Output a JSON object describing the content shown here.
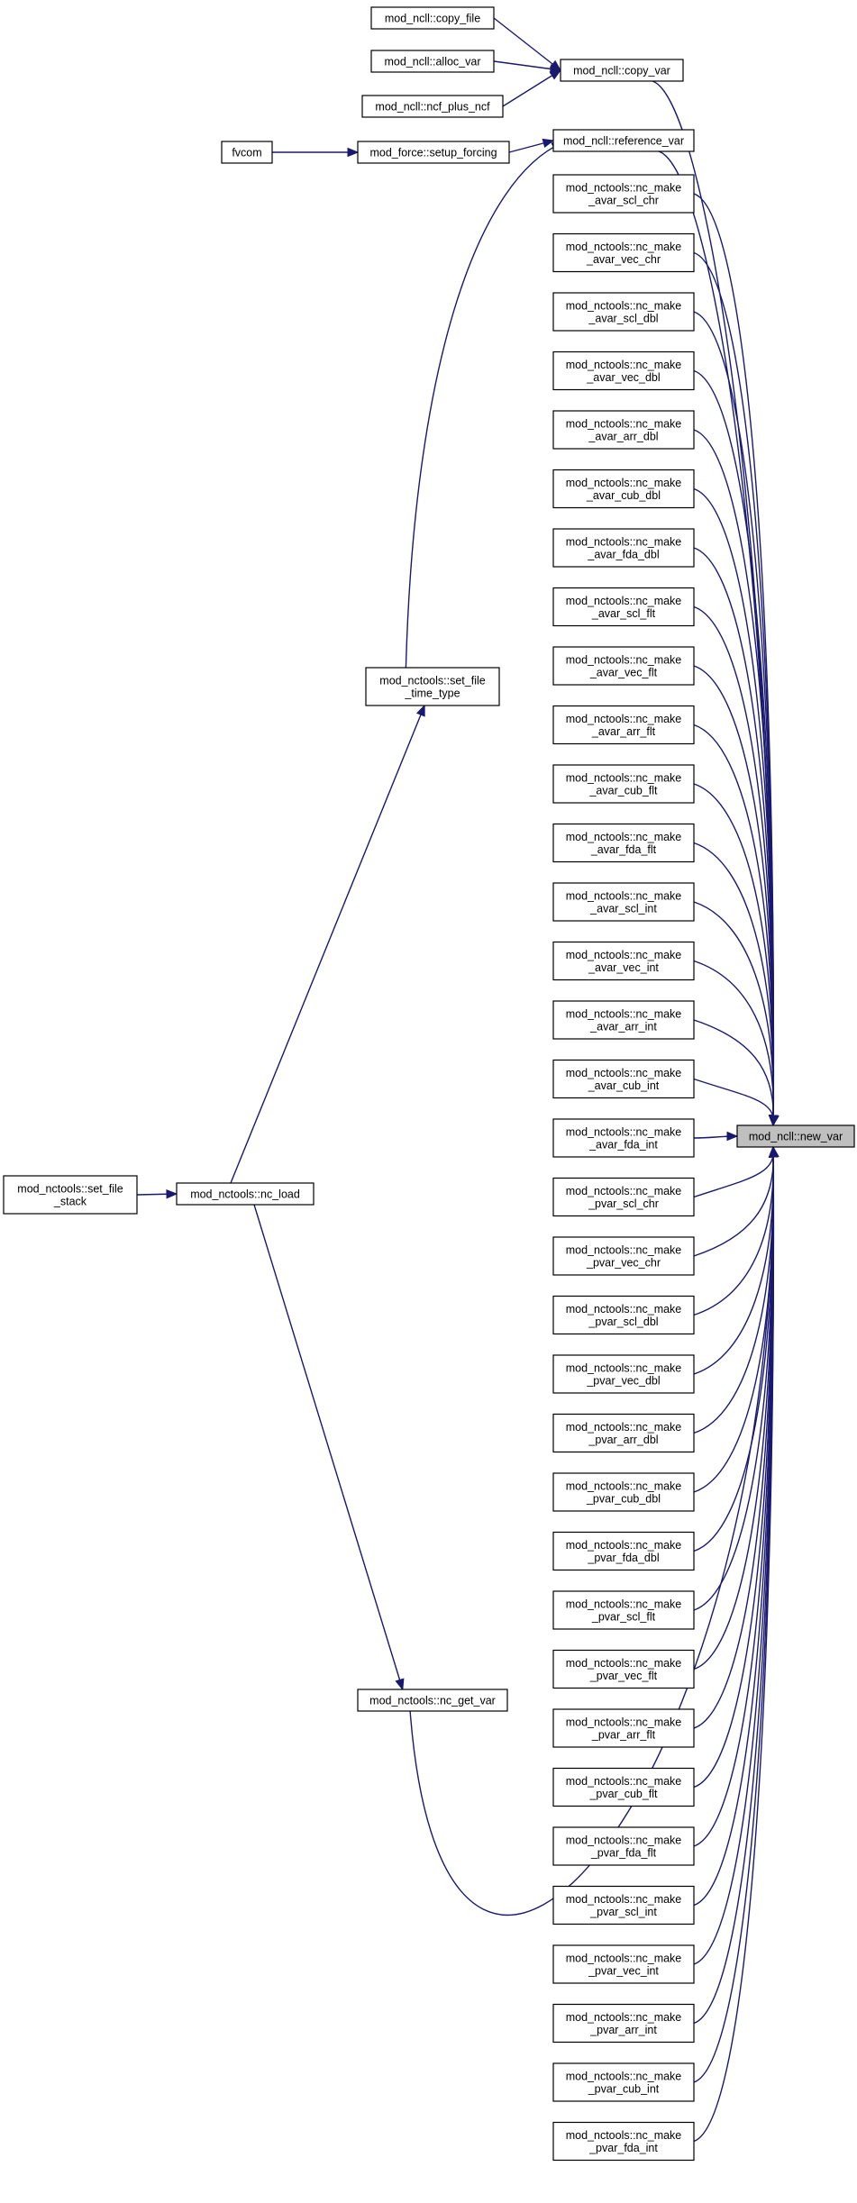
{
  "graph": {
    "target": "mod_ncll::new_var",
    "colors": {
      "edge": "#191970",
      "node_border": "#000000",
      "node_fill": "#ffffff",
      "highlight_fill": "#bfbfbf"
    },
    "nodes": [
      {
        "id": "copy_file",
        "lines": [
          "mod_ncll::copy_file"
        ]
      },
      {
        "id": "alloc_var",
        "lines": [
          "mod_ncll::alloc_var"
        ]
      },
      {
        "id": "ncf_plus_ncf",
        "lines": [
          "mod_ncll::ncf_plus_ncf"
        ]
      },
      {
        "id": "copy_var",
        "lines": [
          "mod_ncll::copy_var"
        ]
      },
      {
        "id": "fvcom",
        "lines": [
          "fvcom"
        ]
      },
      {
        "id": "setup_forcing",
        "lines": [
          "mod_force::setup_forcing"
        ]
      },
      {
        "id": "reference_var",
        "lines": [
          "mod_ncll::reference_var"
        ]
      },
      {
        "id": "set_file_time_type",
        "lines": [
          "mod_nctools::set_file",
          "_time_type"
        ]
      },
      {
        "id": "set_file_stack",
        "lines": [
          "mod_nctools::set_file",
          "_stack"
        ]
      },
      {
        "id": "nc_load",
        "lines": [
          "mod_nctools::nc_load"
        ]
      },
      {
        "id": "nc_get_var",
        "lines": [
          "mod_nctools::nc_get_var"
        ]
      },
      {
        "id": "new_var",
        "lines": [
          "mod_ncll::new_var"
        ]
      },
      {
        "id": "avar_scl_chr",
        "lines": [
          "mod_nctools::nc_make",
          "_avar_scl_chr"
        ]
      },
      {
        "id": "avar_vec_chr",
        "lines": [
          "mod_nctools::nc_make",
          "_avar_vec_chr"
        ]
      },
      {
        "id": "avar_scl_dbl",
        "lines": [
          "mod_nctools::nc_make",
          "_avar_scl_dbl"
        ]
      },
      {
        "id": "avar_vec_dbl",
        "lines": [
          "mod_nctools::nc_make",
          "_avar_vec_dbl"
        ]
      },
      {
        "id": "avar_arr_dbl",
        "lines": [
          "mod_nctools::nc_make",
          "_avar_arr_dbl"
        ]
      },
      {
        "id": "avar_cub_dbl",
        "lines": [
          "mod_nctools::nc_make",
          "_avar_cub_dbl"
        ]
      },
      {
        "id": "avar_fda_dbl",
        "lines": [
          "mod_nctools::nc_make",
          "_avar_fda_dbl"
        ]
      },
      {
        "id": "avar_scl_flt",
        "lines": [
          "mod_nctools::nc_make",
          "_avar_scl_flt"
        ]
      },
      {
        "id": "avar_vec_flt",
        "lines": [
          "mod_nctools::nc_make",
          "_avar_vec_flt"
        ]
      },
      {
        "id": "avar_arr_flt",
        "lines": [
          "mod_nctools::nc_make",
          "_avar_arr_flt"
        ]
      },
      {
        "id": "avar_cub_flt",
        "lines": [
          "mod_nctools::nc_make",
          "_avar_cub_flt"
        ]
      },
      {
        "id": "avar_fda_flt",
        "lines": [
          "mod_nctools::nc_make",
          "_avar_fda_flt"
        ]
      },
      {
        "id": "avar_scl_int",
        "lines": [
          "mod_nctools::nc_make",
          "_avar_scl_int"
        ]
      },
      {
        "id": "avar_vec_int",
        "lines": [
          "mod_nctools::nc_make",
          "_avar_vec_int"
        ]
      },
      {
        "id": "avar_arr_int",
        "lines": [
          "mod_nctools::nc_make",
          "_avar_arr_int"
        ]
      },
      {
        "id": "avar_cub_int",
        "lines": [
          "mod_nctools::nc_make",
          "_avar_cub_int"
        ]
      },
      {
        "id": "avar_fda_int",
        "lines": [
          "mod_nctools::nc_make",
          "_avar_fda_int"
        ]
      },
      {
        "id": "pvar_scl_chr",
        "lines": [
          "mod_nctools::nc_make",
          "_pvar_scl_chr"
        ]
      },
      {
        "id": "pvar_vec_chr",
        "lines": [
          "mod_nctools::nc_make",
          "_pvar_vec_chr"
        ]
      },
      {
        "id": "pvar_scl_dbl",
        "lines": [
          "mod_nctools::nc_make",
          "_pvar_scl_dbl"
        ]
      },
      {
        "id": "pvar_vec_dbl",
        "lines": [
          "mod_nctools::nc_make",
          "_pvar_vec_dbl"
        ]
      },
      {
        "id": "pvar_arr_dbl",
        "lines": [
          "mod_nctools::nc_make",
          "_pvar_arr_dbl"
        ]
      },
      {
        "id": "pvar_cub_dbl",
        "lines": [
          "mod_nctools::nc_make",
          "_pvar_cub_dbl"
        ]
      },
      {
        "id": "pvar_fda_dbl",
        "lines": [
          "mod_nctools::nc_make",
          "_pvar_fda_dbl"
        ]
      },
      {
        "id": "pvar_scl_flt",
        "lines": [
          "mod_nctools::nc_make",
          "_pvar_scl_flt"
        ]
      },
      {
        "id": "pvar_vec_flt",
        "lines": [
          "mod_nctools::nc_make",
          "_pvar_vec_flt"
        ]
      },
      {
        "id": "pvar_arr_flt",
        "lines": [
          "mod_nctools::nc_make",
          "_pvar_arr_flt"
        ]
      },
      {
        "id": "pvar_cub_flt",
        "lines": [
          "mod_nctools::nc_make",
          "_pvar_cub_flt"
        ]
      },
      {
        "id": "pvar_fda_flt",
        "lines": [
          "mod_nctools::nc_make",
          "_pvar_fda_flt"
        ]
      },
      {
        "id": "pvar_scl_int",
        "lines": [
          "mod_nctools::nc_make",
          "_pvar_scl_int"
        ]
      },
      {
        "id": "pvar_vec_int",
        "lines": [
          "mod_nctools::nc_make",
          "_pvar_vec_int"
        ]
      },
      {
        "id": "pvar_arr_int",
        "lines": [
          "mod_nctools::nc_make",
          "_pvar_arr_int"
        ]
      },
      {
        "id": "pvar_cub_int",
        "lines": [
          "mod_nctools::nc_make",
          "_pvar_cub_int"
        ]
      },
      {
        "id": "pvar_fda_int",
        "lines": [
          "mod_nctools::nc_make",
          "_pvar_fda_int"
        ]
      }
    ],
    "edges": [
      [
        "copy_file",
        "copy_var"
      ],
      [
        "alloc_var",
        "copy_var"
      ],
      [
        "ncf_plus_ncf",
        "copy_var"
      ],
      [
        "fvcom",
        "setup_forcing"
      ],
      [
        "setup_forcing",
        "reference_var"
      ],
      [
        "set_file_time_type",
        "reference_var"
      ],
      [
        "set_file_stack",
        "nc_load"
      ],
      [
        "nc_load",
        "set_file_time_type"
      ],
      [
        "nc_load",
        "nc_get_var"
      ],
      [
        "copy_var",
        "new_var"
      ],
      [
        "reference_var",
        "new_var"
      ],
      [
        "nc_get_var",
        "new_var"
      ],
      [
        "avar_scl_chr",
        "new_var"
      ],
      [
        "avar_vec_chr",
        "new_var"
      ],
      [
        "avar_scl_dbl",
        "new_var"
      ],
      [
        "avar_vec_dbl",
        "new_var"
      ],
      [
        "avar_arr_dbl",
        "new_var"
      ],
      [
        "avar_cub_dbl",
        "new_var"
      ],
      [
        "avar_fda_dbl",
        "new_var"
      ],
      [
        "avar_scl_flt",
        "new_var"
      ],
      [
        "avar_vec_flt",
        "new_var"
      ],
      [
        "avar_arr_flt",
        "new_var"
      ],
      [
        "avar_cub_flt",
        "new_var"
      ],
      [
        "avar_fda_flt",
        "new_var"
      ],
      [
        "avar_scl_int",
        "new_var"
      ],
      [
        "avar_vec_int",
        "new_var"
      ],
      [
        "avar_arr_int",
        "new_var"
      ],
      [
        "avar_cub_int",
        "new_var"
      ],
      [
        "avar_fda_int",
        "new_var"
      ],
      [
        "pvar_scl_chr",
        "new_var"
      ],
      [
        "pvar_vec_chr",
        "new_var"
      ],
      [
        "pvar_scl_dbl",
        "new_var"
      ],
      [
        "pvar_vec_dbl",
        "new_var"
      ],
      [
        "pvar_arr_dbl",
        "new_var"
      ],
      [
        "pvar_cub_dbl",
        "new_var"
      ],
      [
        "pvar_fda_dbl",
        "new_var"
      ],
      [
        "pvar_scl_flt",
        "new_var"
      ],
      [
        "pvar_vec_flt",
        "new_var"
      ],
      [
        "pvar_arr_flt",
        "new_var"
      ],
      [
        "pvar_cub_flt",
        "new_var"
      ],
      [
        "pvar_fda_flt",
        "new_var"
      ],
      [
        "pvar_scl_int",
        "new_var"
      ],
      [
        "pvar_vec_int",
        "new_var"
      ],
      [
        "pvar_arr_int",
        "new_var"
      ],
      [
        "pvar_cub_int",
        "new_var"
      ],
      [
        "pvar_fda_int",
        "new_var"
      ]
    ]
  }
}
